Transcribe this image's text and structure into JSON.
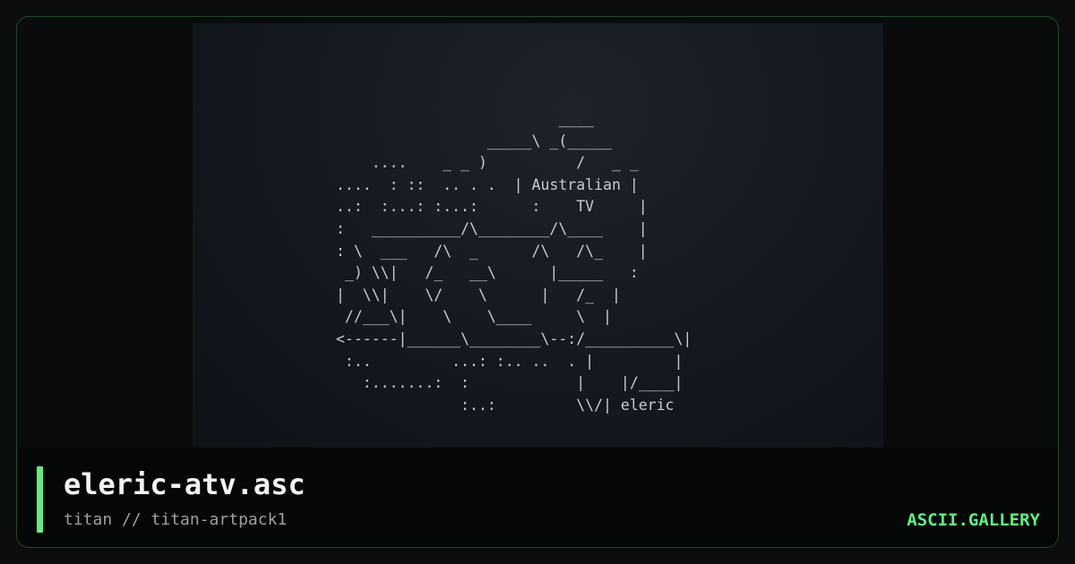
{
  "preview": {
    "ascii_art": "                         ____\n                 _____\\ _(_____\n    ....    _ _ )          /   _ _\n....  : ::  .. . .  | Australian |\n..:  :...: :...:      :    TV     |\n:   __________/\\________/\\____    |\n: \\  ___   /\\  _      /\\   /\\_    |\n _) \\\\|   /_   __\\      |_____   :\n|  \\\\|    \\/    \\      |   /_  |\n //___\\|    \\    \\____     \\  |\n<------|______\\________\\--:/__________\\|\n :..         ...: :.. ..  . |         |\n   :.......:  :            |    |/____|\n              :..:         \\\\/| eleric"
  },
  "footer": {
    "title": "eleric-atv.asc",
    "subtitle": "titan // titan-artpack1",
    "brand": "ASCII.GALLERY"
  },
  "colors": {
    "accent": "#5ff07f",
    "background": "#0a0c0b"
  }
}
